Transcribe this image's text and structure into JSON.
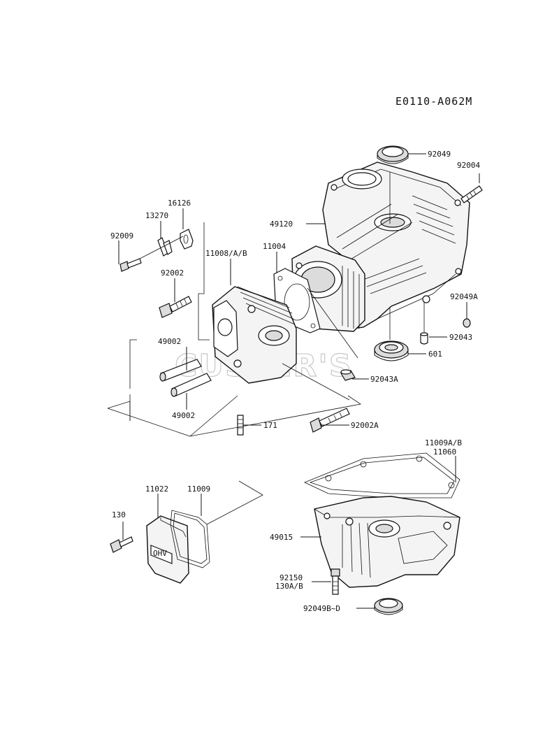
{
  "diagram_code": "E0110-A062M",
  "watermark": "CUSSER'S",
  "cover_badge": "OHV",
  "labels": {
    "p92049": "92049",
    "p92004": "92004",
    "p16126": "16126",
    "p13270": "13270",
    "p92009": "92009",
    "p49120": "49120",
    "p11008": "11008/A/B",
    "p11004": "11004",
    "p92002": "92002",
    "p92049A": "92049A",
    "p92043": "92043",
    "p49002a": "49002",
    "p601": "601",
    "p92043A": "92043A",
    "p49002b": "49002",
    "p171": "171",
    "p92002A": "92002A",
    "p11009AB": "11009A/B",
    "p11060": "11060",
    "p11022": "11022",
    "p11009": "11009",
    "p130": "130",
    "p49015": "49015",
    "p92150": "92150",
    "p130AB": "130A/B",
    "p92049BD": "92049B~D"
  }
}
